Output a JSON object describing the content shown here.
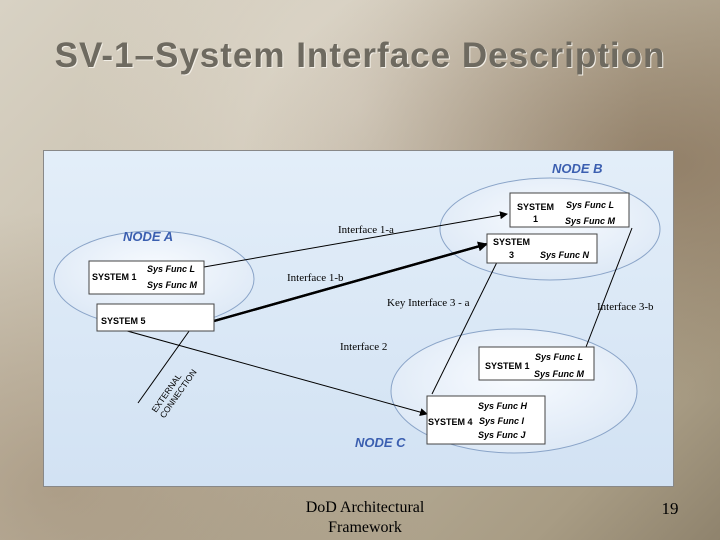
{
  "slide": {
    "title": "SV-1–System Interface Description",
    "footer": "DoD Architectural Framework",
    "page_number": "19"
  },
  "diagram": {
    "nodes": {
      "a": "NODE A",
      "b": "NODE B",
      "c": "NODE C"
    },
    "node_a": {
      "system1": {
        "name": "SYSTEM 1",
        "func1": "Sys Func L",
        "func2": "Sys Func M"
      },
      "system5": {
        "name": "SYSTEM 5"
      }
    },
    "node_b": {
      "system1": {
        "name_line1": "SYSTEM",
        "name_line2": "1",
        "func1": "Sys Func L",
        "func2": "Sys Func M"
      },
      "system3": {
        "name_line1": "SYSTEM",
        "name_line2": "3",
        "func1": "Sys Func N"
      }
    },
    "node_c": {
      "system1": {
        "name": "SYSTEM 1",
        "func1": "Sys Func L",
        "func2": "Sys Func M"
      },
      "system4": {
        "name": "SYSTEM 4",
        "func1": "Sys Func H",
        "func2": "Sys Func I",
        "func3": "Sys Func J"
      }
    },
    "interfaces": {
      "i1a": "Interface 1-a",
      "i1b": "Interface 1-b",
      "key3a": "Key Interface 3 - a",
      "i3b": "Interface 3-b",
      "i2": "Interface 2"
    },
    "external": {
      "line1": "EXTERNAL",
      "line2": "CONNECTION"
    },
    "colors": {
      "canvas": "#deeaf7",
      "ellipse_fill": "#edf3fb",
      "box_fill": "#ffffff",
      "node_label": "#3b5fb0"
    }
  }
}
